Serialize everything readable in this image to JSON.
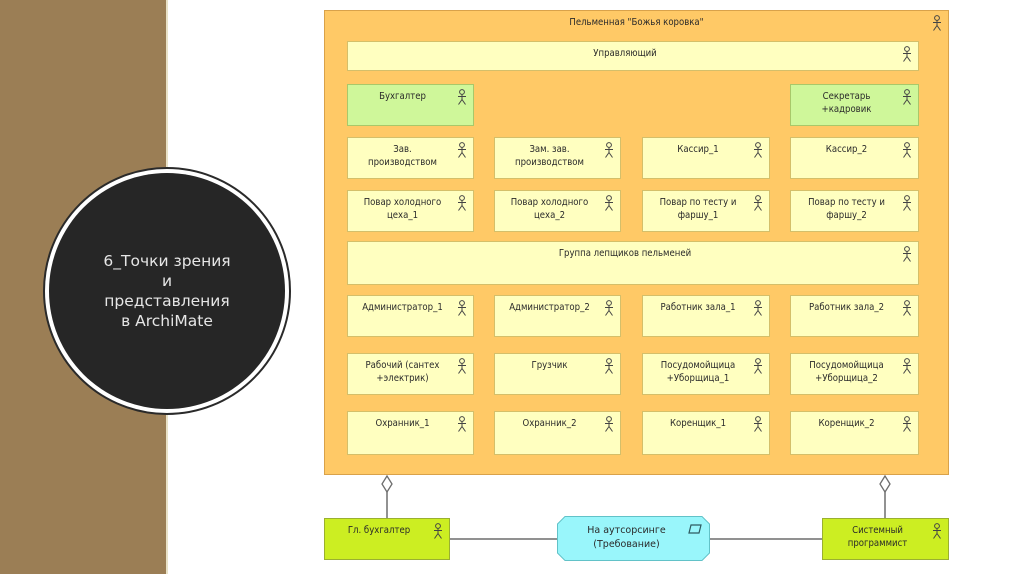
{
  "slide": {
    "title": "6_Точки зрения\nи\nпредставления\nв ArchiMate"
  },
  "diagram": {
    "colors": {
      "organization": "#ffc966",
      "role": "#ffffc0",
      "role_highlight": "#cff79a",
      "external_actor": "#ccee22",
      "requirement": "#99f6fb",
      "brown_panel": "#9b7e55"
    },
    "container": {
      "label": "Пельменная \"Божья коровка\"",
      "icon": "actor-icon"
    },
    "manager": {
      "label": "Управляющий",
      "icon": "actor-icon"
    },
    "accountant": {
      "label": "Бухгалтер",
      "icon": "actor-icon"
    },
    "secretary": {
      "label": "Секретарь\n+кадровик",
      "icon": "actor-icon"
    },
    "group": {
      "label": "Группа лепщиков пельменей",
      "icon": "actor-icon"
    },
    "rows": [
      [
        {
          "label": "Зав.\nпроизводством"
        },
        {
          "label": "Зам. зав.\nпроизводством"
        },
        {
          "label": "Кассир_1"
        },
        {
          "label": "Кассир_2"
        }
      ],
      [
        {
          "label": "Повар холодного\nцеха_1"
        },
        {
          "label": "Повар холодного\nцеха_2"
        },
        {
          "label": "Повар по тесту и\nфаршу_1"
        },
        {
          "label": "Повар по тесту и\nфаршу_2"
        }
      ],
      [
        {
          "label": "Администратор_1"
        },
        {
          "label": "Администратор_2"
        },
        {
          "label": "Работник зала_1"
        },
        {
          "label": "Работник зала_2"
        }
      ],
      [
        {
          "label": "Рабочий (сантех\n+электрик)"
        },
        {
          "label": "Грузчик"
        },
        {
          "label": "Посудомойщица\n+Уборщица_1"
        },
        {
          "label": "Посудомойщица\n+Уборщица_2"
        }
      ],
      [
        {
          "label": "Охранник_1"
        },
        {
          "label": "Охранник_2"
        },
        {
          "label": "Коренщик_1"
        },
        {
          "label": "Коренщик_2"
        }
      ]
    ],
    "external": {
      "chief_accountant": {
        "label": "Гл. бухгалтер",
        "icon": "actor-icon"
      },
      "requirement": {
        "label": "На аутсорсинге\n(Требование)",
        "icon": "requirement-icon"
      },
      "sysadmin": {
        "label": "Системный\nпрограммист",
        "icon": "actor-icon"
      }
    }
  }
}
